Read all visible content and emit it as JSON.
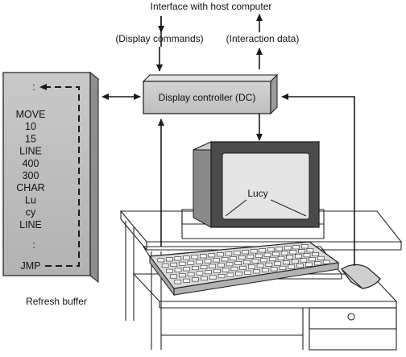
{
  "header": {
    "interface_label": "Interface with host computer",
    "display_commands_label": "(Display commands)",
    "interaction_data_label": "(Interaction data)"
  },
  "controller": {
    "label": "Display controller (DC)"
  },
  "screen": {
    "text": "Lucy"
  },
  "refresh_buffer": {
    "caption": "Refresh buffer",
    "entries": [
      "MOVE",
      "10",
      "15",
      "LINE",
      "400",
      "300",
      "CHAR",
      "Lu",
      "cy",
      "LINE"
    ],
    "last_entry": "JMP",
    "ellipsis_top": ":",
    "ellipsis_bottom": ":"
  },
  "colors": {
    "stroke": "#1a1a1a",
    "buffer_fill": "#bdbdbd",
    "controller_fill": "#c8c8c8"
  }
}
